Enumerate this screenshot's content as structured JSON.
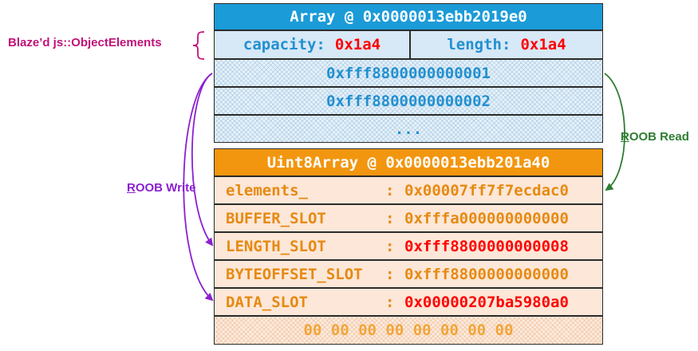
{
  "array": {
    "header": "Array @ 0x0000013ebb2019e0",
    "capacity_label": "capacity:",
    "capacity_value": "0x1a4",
    "length_label": "length:",
    "length_value": "0x1a4",
    "rows": [
      "0xfff8800000000001",
      "0xfff8800000000002",
      "..."
    ]
  },
  "uint8array": {
    "header": "Uint8Array @ 0x0000013ebb201a40",
    "slots": [
      {
        "name": "elements_",
        "colon": ":",
        "value": "0x00007ff7f7ecdac0",
        "highlight": false
      },
      {
        "name": "BUFFER_SLOT",
        "colon": ":",
        "value": "0xfffa000000000000",
        "highlight": false
      },
      {
        "name": "LENGTH_SLOT",
        "colon": ":",
        "value": "0xfff8800000000008",
        "highlight": true
      },
      {
        "name": "BYTEOFFSET_SLOT",
        "colon": ":",
        "value": "0xfff8800000000000",
        "highlight": false
      },
      {
        "name": "DATA_SLOT",
        "colon": ":",
        "value": "0x00000207ba5980a0",
        "highlight": true
      }
    ],
    "data_bytes": "00 00 00 00 00 00 00 00"
  },
  "labels": {
    "blaze": "Blaze’d js::ObjectElements",
    "write_first": "R",
    "write_rest": "OOB Write",
    "read_first": "R",
    "read_rest": "OOB Read"
  },
  "colors": {
    "array_header": "#1b9bd7",
    "uint8_header": "#f2960f",
    "red_value": "#ff0000",
    "blaze": "#c0137a",
    "write_arrow": "#8b1fd1",
    "read_arrow": "#2e7d32"
  }
}
